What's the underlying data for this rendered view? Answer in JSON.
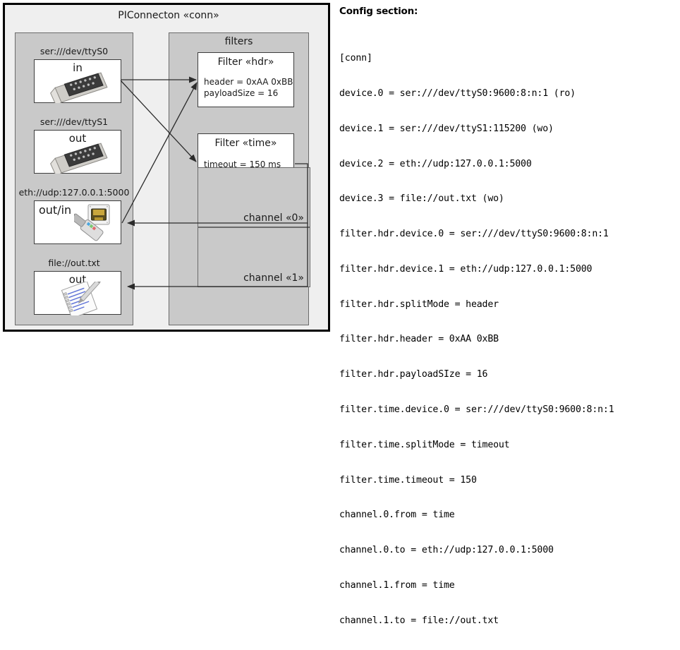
{
  "diagram": {
    "title": "PIConnecton «conn»",
    "devices_panel": {
      "devices": [
        {
          "label": "ser:///dev/ttyS0",
          "direction": "in",
          "icon": "serial-port-icon"
        },
        {
          "label": "ser:///dev/ttyS1",
          "direction": "out",
          "icon": "serial-port-icon"
        },
        {
          "label": "eth://udp:127.0.0.1:5000",
          "direction": "out/in",
          "icon": "ethernet-plug-icon"
        },
        {
          "label": "file://out.txt",
          "direction": "out",
          "icon": "text-file-icon"
        }
      ]
    },
    "filters_panel": {
      "title": "filters",
      "filters": [
        {
          "title": "Filter «hdr»",
          "attrs": [
            "header = 0xAA 0xBB",
            "payloadSize = 16"
          ]
        },
        {
          "title": "Filter «time»",
          "attrs": [
            "timeout = 150 ms"
          ]
        }
      ],
      "channels": [
        {
          "label": "channel «0»"
        },
        {
          "label": "channel «1»"
        }
      ]
    }
  },
  "config": {
    "heading": "Config section:",
    "lines": [
      "[conn]",
      "device.0 = ser:///dev/ttyS0:9600:8:n:1 (ro)",
      "device.1 = ser:///dev/ttyS1:115200 (wo)",
      "device.2 = eth://udp:127.0.0.1:5000",
      "device.3 = file://out.txt (wo)",
      "filter.hdr.device.0 = ser:///dev/ttyS0:9600:8:n:1",
      "filter.hdr.device.1 = eth://udp:127.0.0.1:5000",
      "filter.hdr.splitMode = header",
      "filter.hdr.header = 0xAA 0xBB",
      "filter.hdr.payloadSIze = 16",
      "filter.time.device.0 = ser:///dev/ttyS0:9600:8:n:1",
      "filter.time.splitMode = timeout",
      "filter.time.timeout = 150",
      "channel.0.from = time",
      "channel.0.to = eth://udp:127.0.0.1:5000",
      "channel.1.from = time",
      "channel.1.to = file://out.txt"
    ]
  },
  "colors": {
    "page_background": "#ffffff",
    "outer_border": "#000000",
    "outer_fill": "#efefef",
    "panel_fill": "#c9c9c9",
    "panel_border": "#6b6b6b",
    "box_fill": "#ffffff",
    "box_border": "#3d3d3d",
    "text": "#1a1a1a",
    "arrow": "#2b2b2b"
  }
}
